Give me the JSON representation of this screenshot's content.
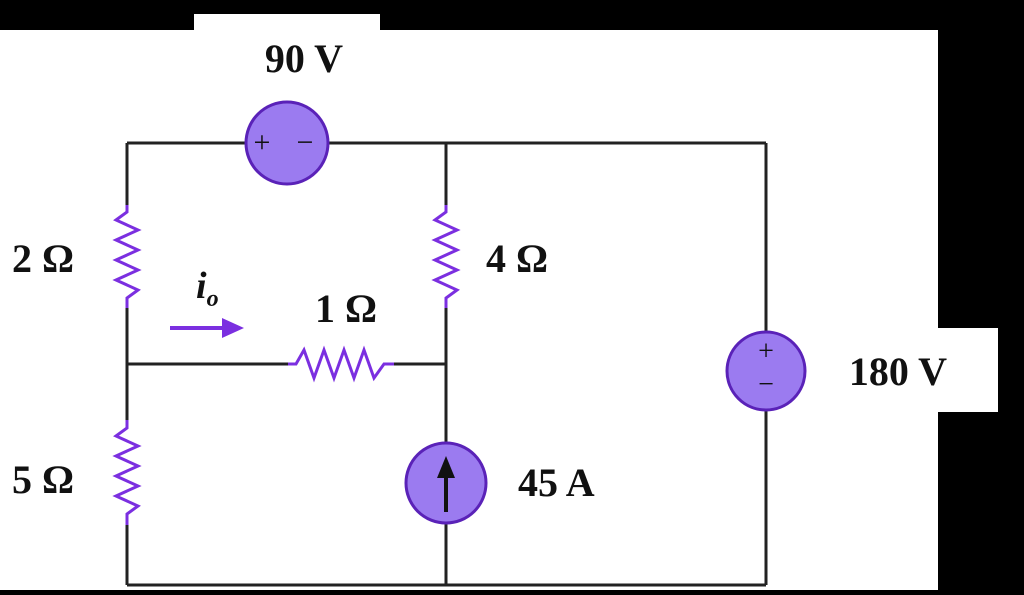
{
  "colors": {
    "background": "#000000",
    "panel": "#ffffff",
    "wire": "#222222",
    "component": "#7B2FE0",
    "source_fill": "#9B7BF0",
    "label": "#111111"
  },
  "components": {
    "source_90v": {
      "type": "voltage-source",
      "label": "90 V",
      "polarity": [
        "+",
        "−"
      ]
    },
    "source_180v": {
      "type": "voltage-source",
      "label": "180 V",
      "polarity": [
        "+",
        "−"
      ]
    },
    "current_source": {
      "type": "current-source",
      "label": "45 A",
      "icon": "arrow-up-icon"
    },
    "r2": {
      "type": "resistor",
      "label": "2 Ω"
    },
    "r4": {
      "type": "resistor",
      "label": "4 Ω"
    },
    "r1": {
      "type": "resistor",
      "label": "1 Ω"
    },
    "r5": {
      "type": "resistor",
      "label": "5 Ω"
    },
    "current_io": {
      "symbol": "i",
      "subscript": "o",
      "icon": "arrow-right-icon"
    }
  }
}
